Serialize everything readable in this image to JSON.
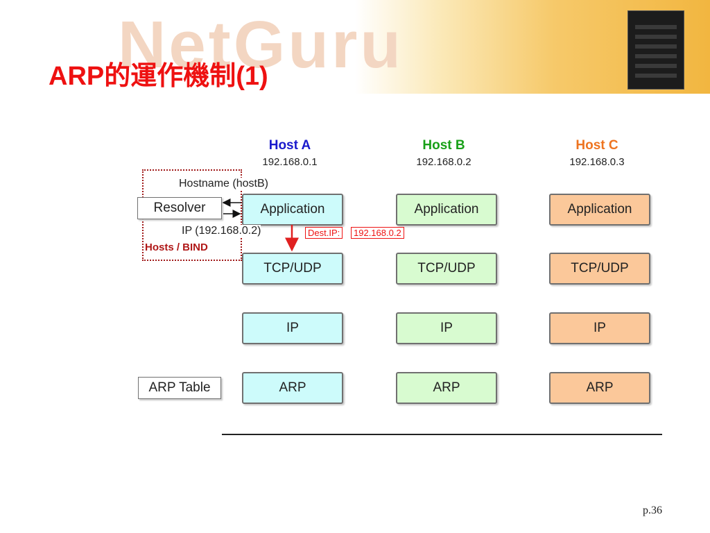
{
  "header": {
    "title": "ARP的運作機制(1)",
    "watermark": "NetGuru"
  },
  "hosts": [
    {
      "name": "Host A",
      "ip": "192.168.0.1",
      "color": "#1a1acc"
    },
    {
      "name": "Host B",
      "ip": "192.168.0.2",
      "color": "#18a018"
    },
    {
      "name": "Host C",
      "ip": "192.168.0.3",
      "color": "#ee7420"
    }
  ],
  "layers": [
    "Application",
    "TCP/UDP",
    "IP",
    "ARP"
  ],
  "side": {
    "resolver": "Resolver",
    "arp_table": "ARP Table",
    "hostname_label": "Hostname (hostB)",
    "ip_label": "IP (192.168.0.2)",
    "hosts_bind": "Hosts / BIND",
    "dest_ip_label": "Dest.IP:",
    "dest_ip_value": "192.168.0.2"
  },
  "footer": {
    "page": "p.36"
  },
  "colors": {
    "accent": "#ee1111",
    "blue_fill": "#cdfbfb",
    "green_fill": "#d8fbd0",
    "orange_fill": "#fbc89a"
  }
}
